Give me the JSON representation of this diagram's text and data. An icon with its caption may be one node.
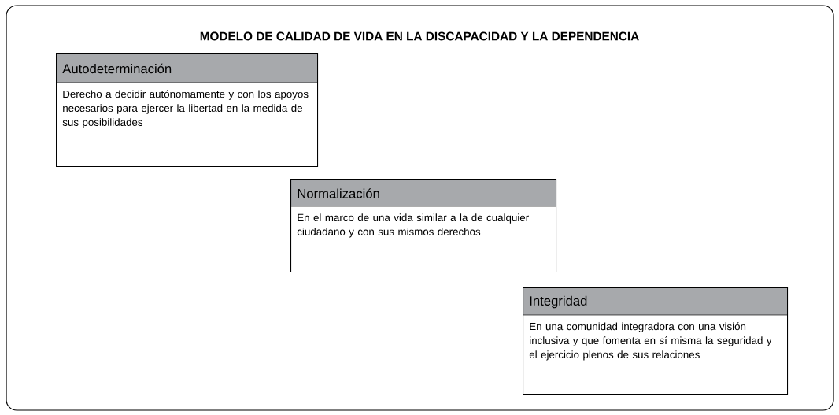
{
  "diagram": {
    "title": "MODELO DE CALIDAD DE VIDA EN LA DISCAPACIDAD Y LA DEPENDENCIA",
    "nodes": [
      {
        "text": [
          "Autodeterminación",
          "Derecho a decidir autónomamente y con los apoyos necesarios para ejercer la libertad en la medida de sus posibilidades"
        ]
      },
      {
        "text": [
          "Normalización",
          "En el marco de una vida similar a la de cualquier ciudadano y con sus mismos derechos"
        ]
      },
      {
        "text": [
          "Integridad",
          "En una comunidad integradora con una visión inclusiva y que fomenta en sí misma la seguridad y el ejercicio plenos de sus relaciones"
        ]
      }
    ]
  }
}
